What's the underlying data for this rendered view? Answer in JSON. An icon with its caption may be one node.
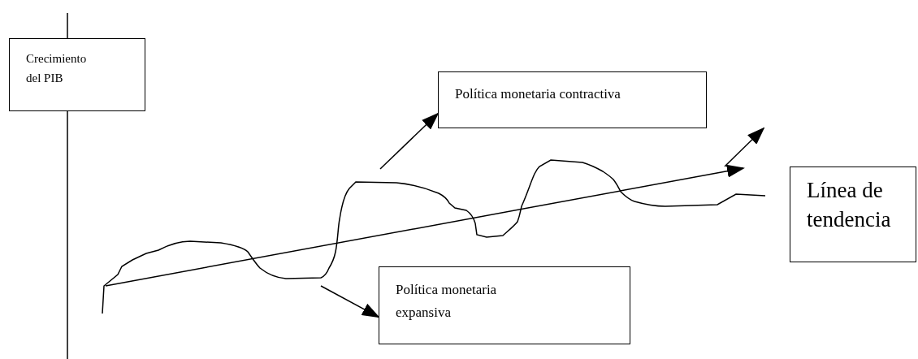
{
  "diagram": {
    "nodes": [
      {
        "text": [
          "Crecimiento del PIB"
        ]
      },
      {
        "text": [
          "Política monetaria contractiva"
        ]
      },
      {
        "text": [
          "Línea de tendencia"
        ]
      },
      {
        "text": [
          "Política monetaria expansiva"
        ]
      }
    ],
    "edges": [
      {
        "from": null,
        "to": 1,
        "arrow": "to"
      },
      {
        "from": null,
        "to": 3,
        "arrow": "to"
      }
    ]
  }
}
